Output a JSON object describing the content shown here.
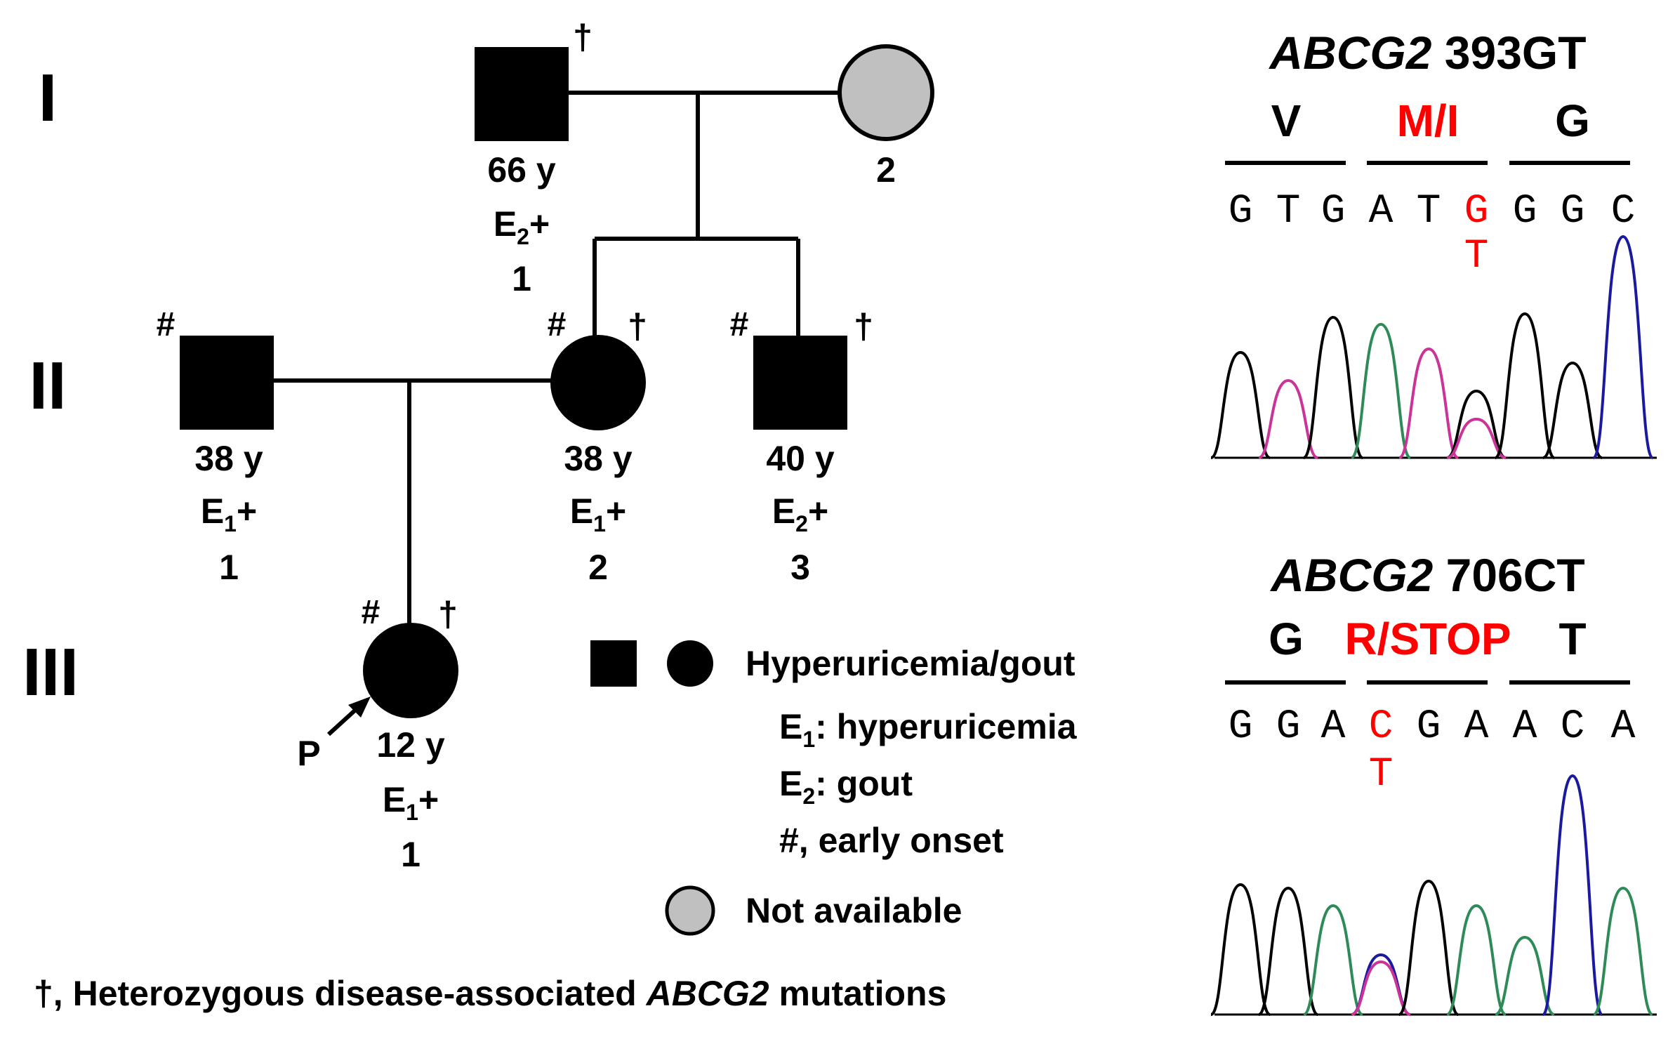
{
  "colors": {
    "affected": "#000000",
    "not_available": "#c0c0c0",
    "highlight": "#ff0000",
    "trace_black": "#000000",
    "trace_pink": "#cc3399",
    "trace_green": "#2e8b57",
    "trace_blue": "#1a1aa0"
  },
  "pedigree": {
    "generations": [
      "I",
      "II",
      "III"
    ],
    "dagger": "†",
    "hash": "#",
    "E": "E",
    "plus": "+",
    "individuals": {
      "I1": {
        "age": "66 y",
        "sub": "2",
        "num": "1"
      },
      "I2": {
        "num": "2"
      },
      "II1": {
        "age": "38 y",
        "sub": "1",
        "num": "1"
      },
      "II2": {
        "age": "38 y",
        "sub": "1",
        "num": "2"
      },
      "II3": {
        "age": "40 y",
        "sub": "2",
        "num": "3"
      },
      "III1": {
        "age": "12 y",
        "sub": "1",
        "num": "1",
        "proband": "P"
      }
    }
  },
  "legend": {
    "affected": "Hyperuricemia/gout",
    "e1_sub": "1",
    "e1": ": hyperuricemia",
    "e2_sub": "2",
    "e2": ": gout",
    "early": "#, early onset",
    "not_available": "Not available"
  },
  "footnote": {
    "prefix": "†, Heterozygous disease-associated ",
    "gene": "ABCG2",
    "suffix": " mutations"
  },
  "chromatograms": [
    {
      "gene": "ABCG2",
      "variant": "393GT",
      "codons": [
        "V",
        "M/I",
        "G"
      ],
      "codon_highlight": [
        false,
        true,
        false
      ],
      "sequence": [
        "G",
        "T",
        "G",
        "A",
        "T",
        "G",
        "G",
        "G",
        "C"
      ],
      "highlight_index": 5,
      "alt": "T"
    },
    {
      "gene": "ABCG2",
      "variant": "706CT",
      "codons": [
        "G",
        "R/STOP",
        "T"
      ],
      "codon_highlight": [
        false,
        true,
        false
      ],
      "sequence": [
        "G",
        "G",
        "A",
        "C",
        "G",
        "A",
        "A",
        "C",
        "A"
      ],
      "highlight_index": 3,
      "alt": "T"
    }
  ]
}
